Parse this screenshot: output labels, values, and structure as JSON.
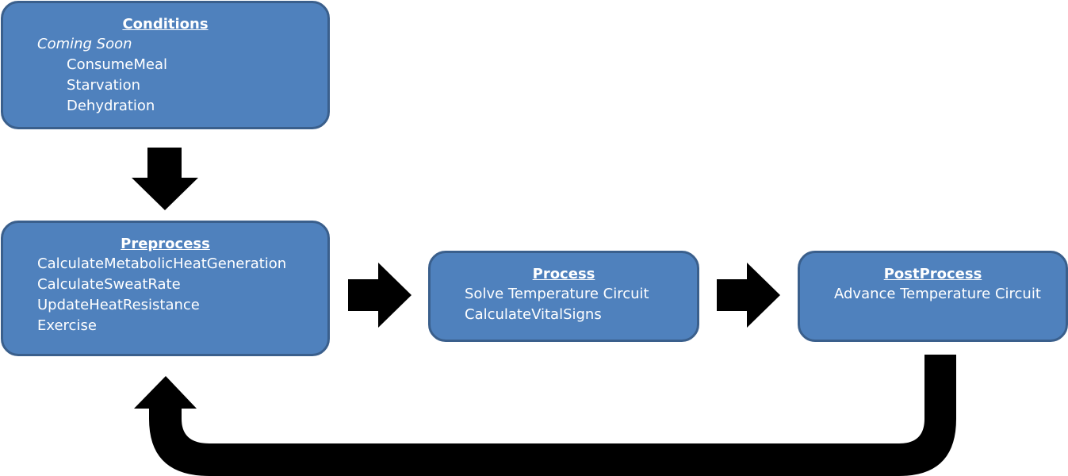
{
  "conditions": {
    "title": "Conditions",
    "items": [
      "Coming Soon"
    ],
    "subitems": [
      "ConsumeMeal",
      "Starvation",
      "Dehydration"
    ]
  },
  "preprocess": {
    "title": "Preprocess",
    "items": [
      "CalculateMetabolicHeatGeneration",
      "CalculateSweatRate",
      "UpdateHeatResistance",
      "Exercise"
    ]
  },
  "process": {
    "title": "Process",
    "items": [
      "Solve Temperature Circuit",
      "CalculateVitalSigns"
    ]
  },
  "postprocess": {
    "title": "PostProcess",
    "items": [
      "Advance Temperature Circuit"
    ]
  },
  "colors": {
    "box_fill": "#4f81bd",
    "box_border": "#3a5f8c",
    "arrow": "#000000",
    "text": "#ffffff"
  }
}
